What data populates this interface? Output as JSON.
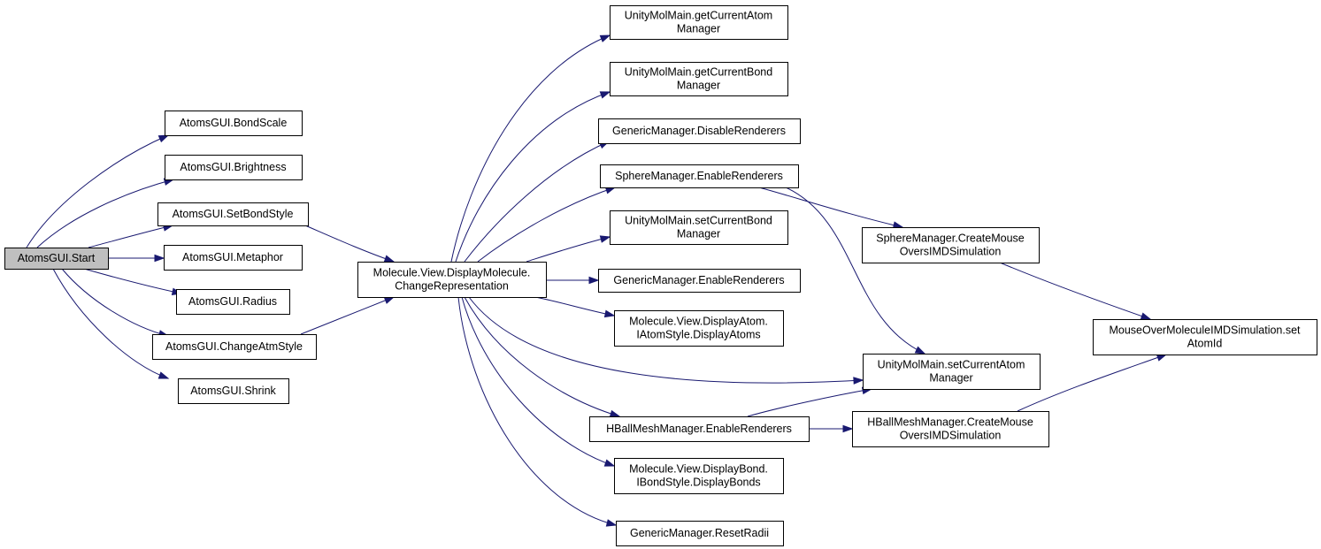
{
  "nodes": [
    {
      "id": "start",
      "lines": [
        "AtomsGUI.Start"
      ]
    },
    {
      "id": "bondscale",
      "lines": [
        "AtomsGUI.BondScale"
      ]
    },
    {
      "id": "brightness",
      "lines": [
        "AtomsGUI.Brightness"
      ]
    },
    {
      "id": "setbondstyle",
      "lines": [
        "AtomsGUI.SetBondStyle"
      ]
    },
    {
      "id": "metaphor",
      "lines": [
        "AtomsGUI.Metaphor"
      ]
    },
    {
      "id": "radius",
      "lines": [
        "AtomsGUI.Radius"
      ]
    },
    {
      "id": "changeatmstyle",
      "lines": [
        "AtomsGUI.ChangeAtmStyle"
      ]
    },
    {
      "id": "shrink",
      "lines": [
        "AtomsGUI.Shrink"
      ]
    },
    {
      "id": "changerep",
      "lines": [
        "Molecule.View.DisplayMolecule.",
        "ChangeRepresentation"
      ]
    },
    {
      "id": "getatom",
      "lines": [
        "UnityMolMain.getCurrentAtom",
        "Manager"
      ]
    },
    {
      "id": "getbond",
      "lines": [
        "UnityMolMain.getCurrentBond",
        "Manager"
      ]
    },
    {
      "id": "gendisable",
      "lines": [
        "GenericManager.DisableRenderers"
      ]
    },
    {
      "id": "sphereenable",
      "lines": [
        "SphereManager.EnableRenderers"
      ]
    },
    {
      "id": "setbond",
      "lines": [
        "UnityMolMain.setCurrentBond",
        "Manager"
      ]
    },
    {
      "id": "genenable",
      "lines": [
        "GenericManager.EnableRenderers"
      ]
    },
    {
      "id": "displayatoms",
      "lines": [
        "Molecule.View.DisplayAtom.",
        "IAtomStyle.DisplayAtoms"
      ]
    },
    {
      "id": "hballenable",
      "lines": [
        "HBallMeshManager.EnableRenderers"
      ]
    },
    {
      "id": "displaybonds",
      "lines": [
        "Molecule.View.DisplayBond.",
        "IBondStyle.DisplayBonds"
      ]
    },
    {
      "id": "resetradii",
      "lines": [
        "GenericManager.ResetRadii"
      ]
    },
    {
      "id": "spherecreate",
      "lines": [
        "SphereManager.CreateMouse",
        "OversIMDSimulation"
      ]
    },
    {
      "id": "setatom",
      "lines": [
        "UnityMolMain.setCurrentAtom",
        "Manager"
      ]
    },
    {
      "id": "hballcreate",
      "lines": [
        "HBallMeshManager.CreateMouse",
        "OversIMDSimulation"
      ]
    },
    {
      "id": "mouseover",
      "lines": [
        "MouseOverMoleculeIMDSimulation.set",
        "AtomId"
      ]
    }
  ],
  "edges": [
    {
      "from": "start",
      "to": "bondscale"
    },
    {
      "from": "start",
      "to": "brightness"
    },
    {
      "from": "start",
      "to": "setbondstyle"
    },
    {
      "from": "start",
      "to": "metaphor"
    },
    {
      "from": "start",
      "to": "radius"
    },
    {
      "from": "start",
      "to": "changeatmstyle"
    },
    {
      "from": "start",
      "to": "shrink"
    },
    {
      "from": "setbondstyle",
      "to": "changerep"
    },
    {
      "from": "changeatmstyle",
      "to": "changerep"
    },
    {
      "from": "changerep",
      "to": "getatom"
    },
    {
      "from": "changerep",
      "to": "getbond"
    },
    {
      "from": "changerep",
      "to": "gendisable"
    },
    {
      "from": "changerep",
      "to": "sphereenable"
    },
    {
      "from": "changerep",
      "to": "setbond"
    },
    {
      "from": "changerep",
      "to": "genenable"
    },
    {
      "from": "changerep",
      "to": "displayatoms"
    },
    {
      "from": "changerep",
      "to": "setatom"
    },
    {
      "from": "changerep",
      "to": "hballenable"
    },
    {
      "from": "changerep",
      "to": "displaybonds"
    },
    {
      "from": "changerep",
      "to": "resetradii"
    },
    {
      "from": "sphereenable",
      "to": "spherecreate"
    },
    {
      "from": "sphereenable",
      "to": "setatom"
    },
    {
      "from": "spherecreate",
      "to": "mouseover"
    },
    {
      "from": "hballenable",
      "to": "setatom"
    },
    {
      "from": "hballenable",
      "to": "hballcreate"
    },
    {
      "from": "hballcreate",
      "to": "mouseover"
    }
  ]
}
